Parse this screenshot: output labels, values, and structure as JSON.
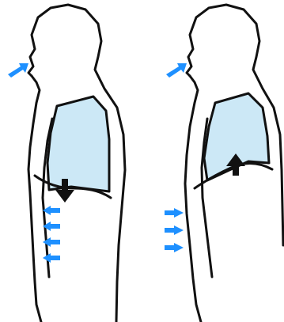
{
  "diagram": {
    "panels": [
      {
        "id": "inhale",
        "phase": "inhalation",
        "diaphragm_state": "contracted-down",
        "abdomen_arrows": "outward"
      },
      {
        "id": "exhale",
        "phase": "exhalation",
        "diaphragm_state": "relaxed-up",
        "abdomen_arrows": "inward"
      }
    ],
    "colors": {
      "lung_fill": "#cce8f6",
      "arrow_blue": "#1e90ff",
      "outline": "#111111",
      "background": "#ffffff"
    },
    "icons": [
      "air-flow-arrow-icon",
      "diaphragm-arrow-icon",
      "abdomen-arrow-icon"
    ]
  }
}
